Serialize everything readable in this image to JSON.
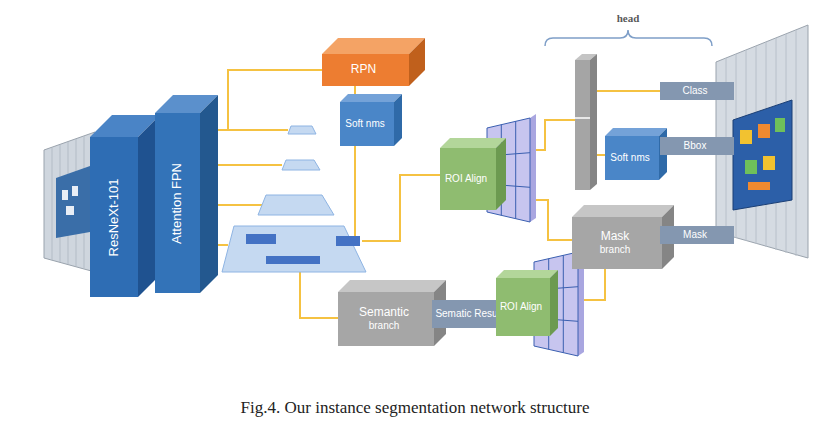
{
  "diagram": {
    "caption": "Fig.4. Our instance segmentation network structure",
    "nodes": [
      {
        "text": [
          "ResNeXt-101"
        ]
      },
      {
        "text": [
          "Attention FPN"
        ]
      },
      {
        "text": [
          "RPN"
        ]
      },
      {
        "text": [
          "Soft nms"
        ]
      },
      {
        "text": [
          "ROI Align"
        ]
      },
      {
        "text": [
          "Class"
        ]
      },
      {
        "text": [
          "Soft nms"
        ]
      },
      {
        "text": [
          "Bbox"
        ]
      },
      {
        "text": [
          "Mask",
          "branch"
        ]
      },
      {
        "text": [
          "Mask"
        ]
      },
      {
        "text": [
          "Semantic",
          "branch"
        ]
      },
      {
        "text": [
          "Sematic Result"
        ]
      },
      {
        "text": [
          "ROI Align"
        ]
      }
    ],
    "edges": [
      {
        "from": 1,
        "to": 2,
        "arrow": "none"
      },
      {
        "from": 2,
        "to": 3,
        "arrow": "none"
      },
      {
        "from": 6,
        "to": 7,
        "arrow": "none"
      },
      {
        "from": 8,
        "to": 9,
        "arrow": "none"
      },
      {
        "from": 10,
        "to": 11,
        "arrow": "none"
      },
      {
        "from": 11,
        "to": 12,
        "arrow": "none"
      }
    ],
    "labels": [
      "head"
    ]
  }
}
